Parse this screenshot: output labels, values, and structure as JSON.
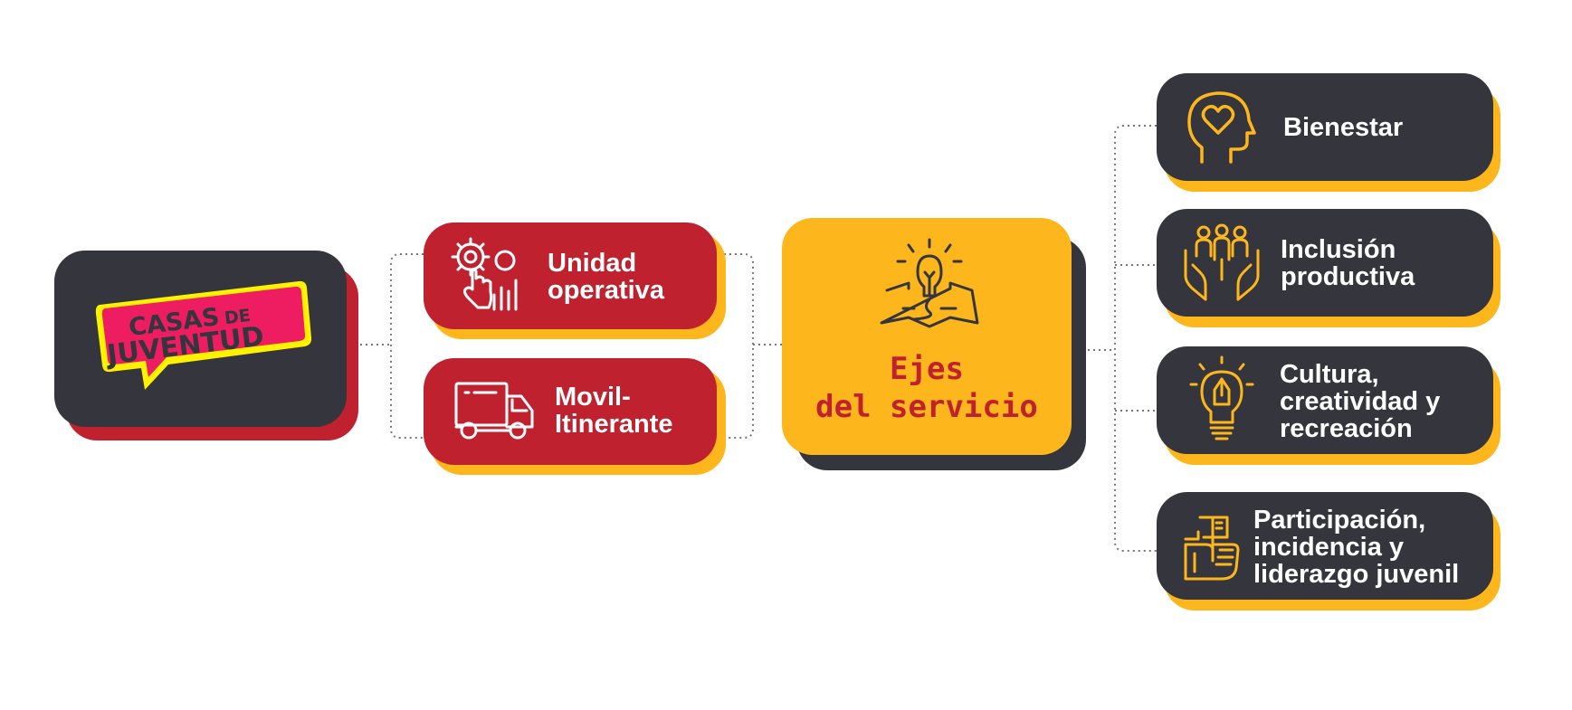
{
  "logo": {
    "line1_a": "CASAS",
    "line1_b": "DE",
    "line2": "JUVENTUD"
  },
  "modalities": [
    {
      "line1": "Unidad",
      "line2": "operativa",
      "icon": "gear-pointer-chart-icon"
    },
    {
      "line1": "Movil-",
      "line2": "Itinerante",
      "icon": "truck-icon"
    }
  ],
  "center": {
    "line1": "Ejes",
    "line2": "del servicio",
    "icon": "lightbulb-map-icon"
  },
  "axes": [
    {
      "lines": [
        "Bienestar"
      ],
      "icon": "head-heart-icon"
    },
    {
      "lines": [
        "Inclusión",
        "productiva"
      ],
      "icon": "hands-people-icon"
    },
    {
      "lines": [
        "Cultura,",
        "creatividad y",
        "recreación"
      ],
      "icon": "lightbulb-pen-icon"
    },
    {
      "lines": [
        "Participación,",
        "incidencia y",
        "liderazgo juvenil"
      ],
      "icon": "fist-flag-icon"
    }
  ],
  "colors": {
    "dark": "#35353d",
    "red": "#c0212f",
    "yellow": "#fdb71c",
    "logo_pink": "#ee1c60",
    "logo_yellow": "#fff200"
  }
}
